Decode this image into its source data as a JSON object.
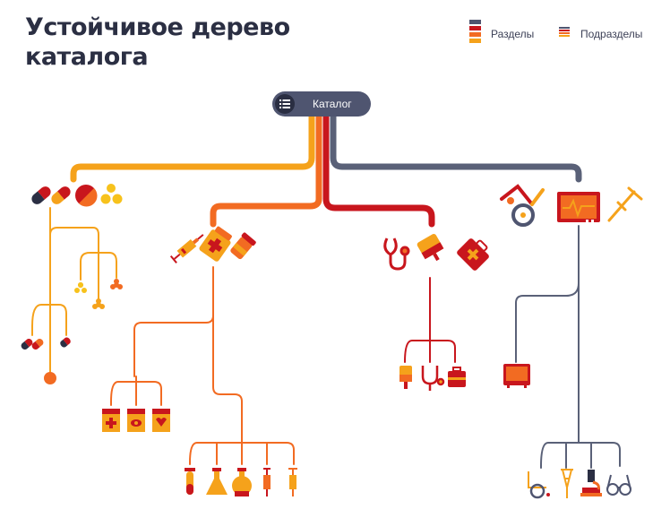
{
  "title": "Устойчивое дерево каталога",
  "legend": {
    "sections_label": "Разделы",
    "subsections_label": "Подразделы"
  },
  "root": {
    "label": "Каталог",
    "icon": "list-icon"
  },
  "branches": [
    {
      "id": "pills",
      "color": "#f5a21b",
      "icons": [
        "capsule-icon",
        "capsule-icon",
        "pill-icon",
        "tablets-icon"
      ]
    },
    {
      "id": "medicines",
      "color": "#f26b22",
      "icons": [
        "syringe-icon",
        "medicine-bottle-icon",
        "pill-bottle-icon"
      ]
    },
    {
      "id": "diagnostics",
      "color": "#c8161d",
      "icons": [
        "stethoscope-icon",
        "iv-bag-icon",
        "first-aid-kit-icon"
      ]
    },
    {
      "id": "equipment",
      "color": "#5a6178",
      "icons": [
        "wheelchair-icon",
        "cardiac-monitor-icon",
        "crutch-icon"
      ]
    }
  ],
  "colors": {
    "dark": "#2b2f43",
    "yellow": "#f5a21b",
    "orange": "#f26b22",
    "red": "#c8161d",
    "slate": "#5a6178"
  }
}
